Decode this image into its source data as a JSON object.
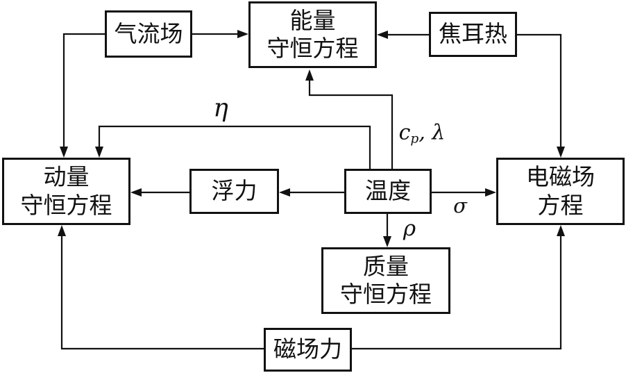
{
  "diagram": {
    "background_color": "#ffffff",
    "line_color": "#111111",
    "nodes": {
      "airflow_field": {
        "label": "气流场"
      },
      "energy_conservation": {
        "line1": "能量",
        "line2": "守恒方程"
      },
      "joule_heat": {
        "label": "焦耳热"
      },
      "momentum_conservation": {
        "line1": "动量",
        "line2": "守恒方程"
      },
      "buoyancy": {
        "label": "浮力"
      },
      "temperature": {
        "label": "温度"
      },
      "em_field_equation": {
        "line1": "电磁场",
        "line2": "方程"
      },
      "mass_conservation": {
        "line1": "质量",
        "line2": "守恒方程"
      },
      "magnetic_force": {
        "label": "磁场力"
      }
    },
    "edge_labels": {
      "eta": "η",
      "cp_base": "c",
      "cp_sub": "p",
      "cp_rest": ", λ",
      "sigma": "σ",
      "rho": "ρ"
    }
  }
}
